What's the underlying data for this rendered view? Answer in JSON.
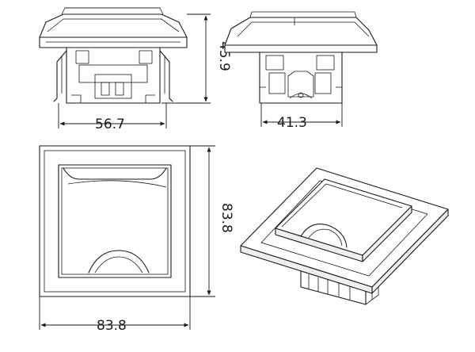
{
  "dimensions": {
    "front_width": "56.7",
    "front_height": "45.9",
    "side_width": "41.3",
    "face_height": "83.8",
    "face_width": "83.8"
  }
}
